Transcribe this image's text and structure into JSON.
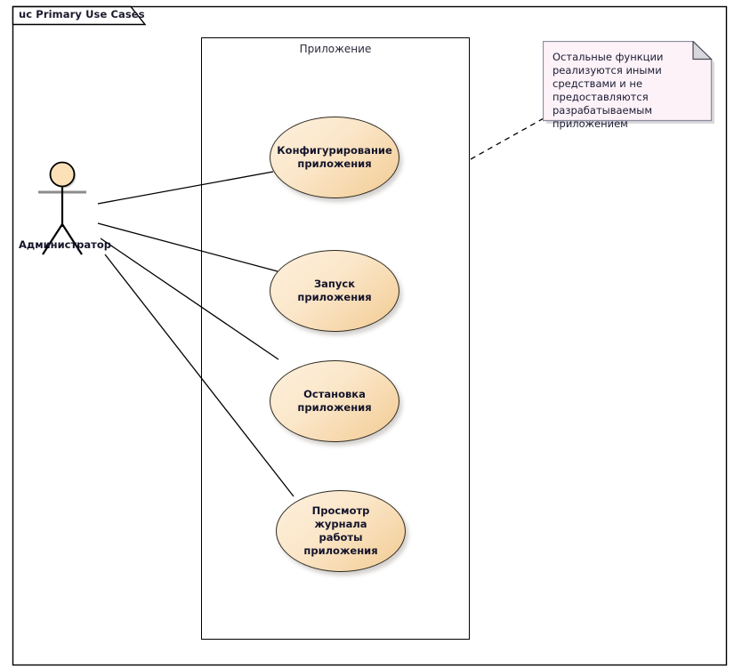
{
  "frame": {
    "title": "uc Primary Use Cases"
  },
  "boundary": {
    "label": "Приложение"
  },
  "actor": {
    "name": "Администратор",
    "icon": "actor-stick-figure-icon"
  },
  "use_cases": [
    {
      "id": "configure",
      "label": "Конфигурирование\nприложения"
    },
    {
      "id": "start",
      "label": "Запуск приложения"
    },
    {
      "id": "stop",
      "label": "Остановка\nприложения"
    },
    {
      "id": "viewlog",
      "label": "Просмотр журнала\nработы приложения"
    }
  ],
  "note": {
    "text": "Остальные функции реализуются иными средствами и не предоставляются разрабатываемым приложением"
  },
  "colors": {
    "usecase_fill_light": "#fdf0dd",
    "usecase_fill_dark": "#efc892",
    "usecase_stroke": "#2e2a20",
    "note_fill": "#fdf2f7",
    "note_stroke": "#8c8ca0",
    "actor_head_fill": "#fbe0b8",
    "line_stroke": "#000000",
    "text": "#15152b"
  }
}
